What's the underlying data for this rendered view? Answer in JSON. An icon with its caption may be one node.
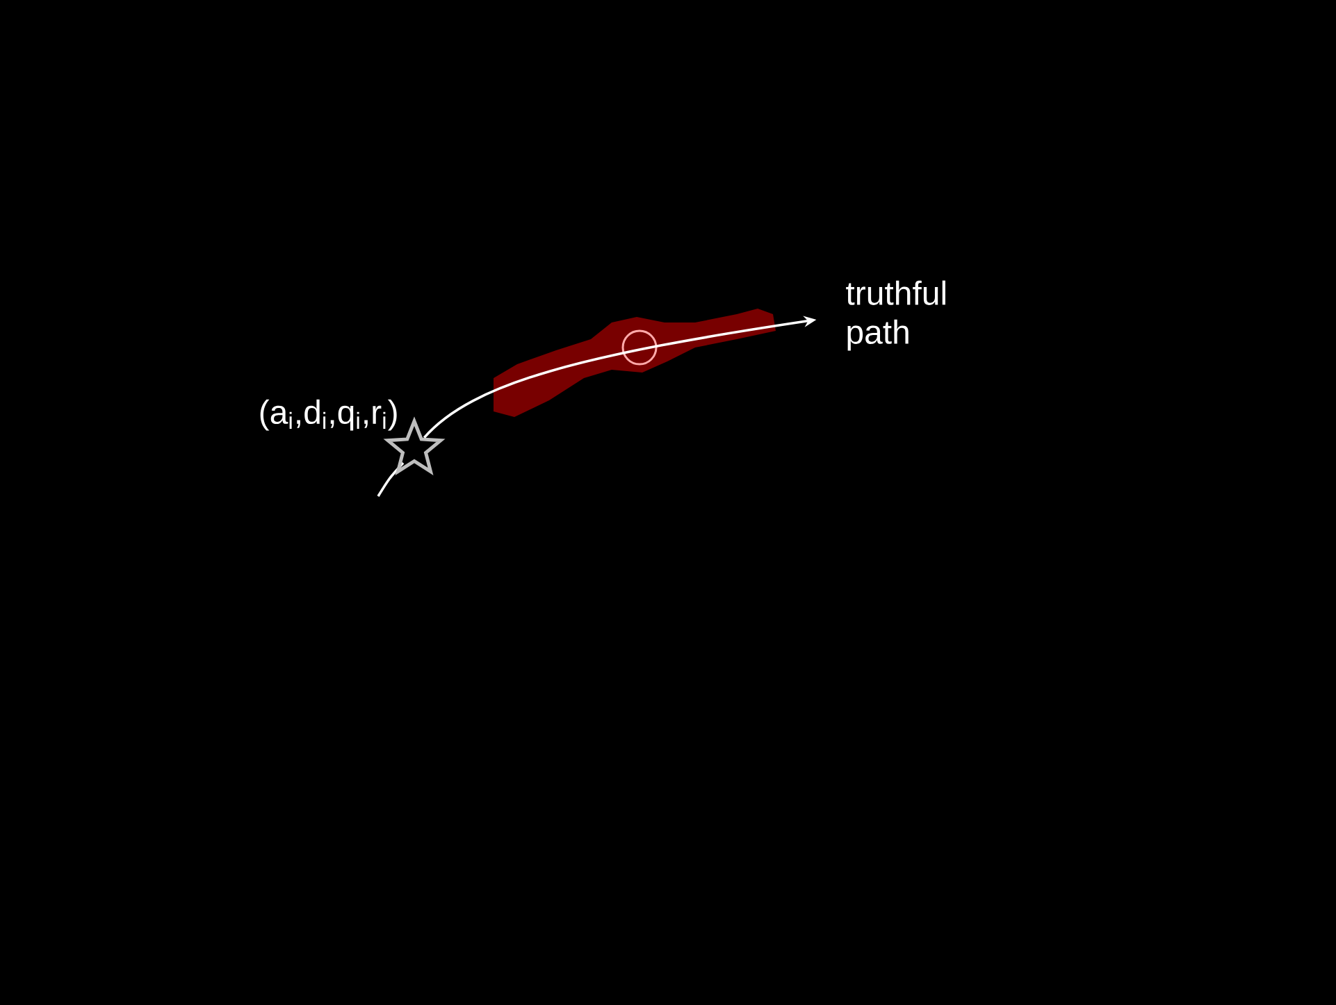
{
  "diagram": {
    "nodes": [
      {
        "text": [],
        "shape": "star",
        "beside": [
          "(a$_{i}$,d$_{i}$,q$_{i}$,r$_{i}$)"
        ]
      },
      {
        "text": [
          "truthful path"
        ]
      }
    ],
    "edges": [
      {
        "from": 0,
        "to": 1,
        "arrow": "to"
      }
    ]
  }
}
